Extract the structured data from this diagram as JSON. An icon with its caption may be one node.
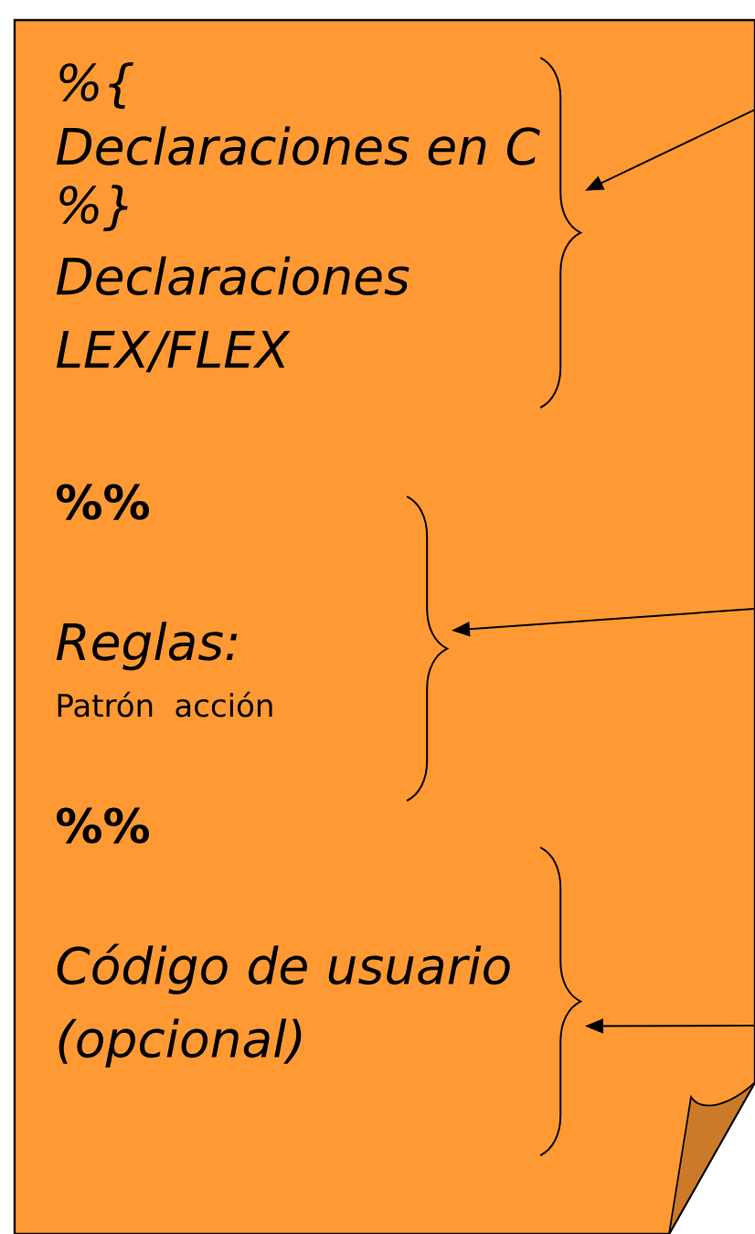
{
  "diagram": {
    "nodes": [
      {
        "text": [
          "%{",
          "Declaraciones en C",
          "%}",
          "Declaraciones LEX/FLEX",
          "%%",
          "Reglas:",
          "Patrón",
          "acción",
          "%%",
          "Código de usuario (opcional)"
        ]
      },
      {
        "text": [],
        "shape": "brace",
        "in": 0
      },
      {
        "text": [],
        "shape": "brace",
        "in": 0
      },
      {
        "text": [],
        "shape": "brace",
        "in": 0
      }
    ],
    "edges": [
      {
        "from": null,
        "to": 1,
        "arrow": "to"
      },
      {
        "from": null,
        "to": 2,
        "arrow": "to"
      },
      {
        "from": null,
        "to": 3,
        "arrow": "to"
      }
    ]
  }
}
